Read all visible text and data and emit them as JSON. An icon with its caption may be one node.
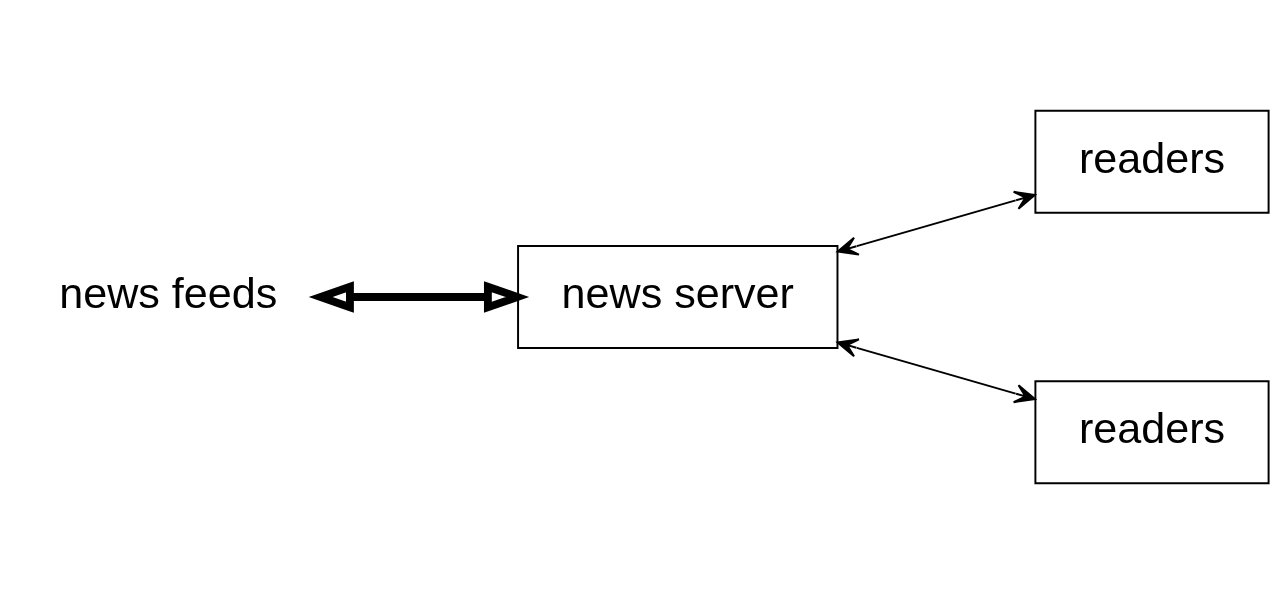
{
  "diagram": {
    "nodes": [
      {
        "text": [
          "news feeds"
        ]
      },
      {
        "text": [
          "news server"
        ]
      },
      {
        "text": [
          "readers"
        ]
      },
      {
        "text": [
          "readers"
        ]
      }
    ],
    "edges": [
      {
        "from": 0,
        "to": 1,
        "arrow": "both",
        "style": "thick"
      },
      {
        "from": 1,
        "to": 2,
        "arrow": "both"
      },
      {
        "from": 1,
        "to": 3,
        "arrow": "both"
      }
    ]
  }
}
